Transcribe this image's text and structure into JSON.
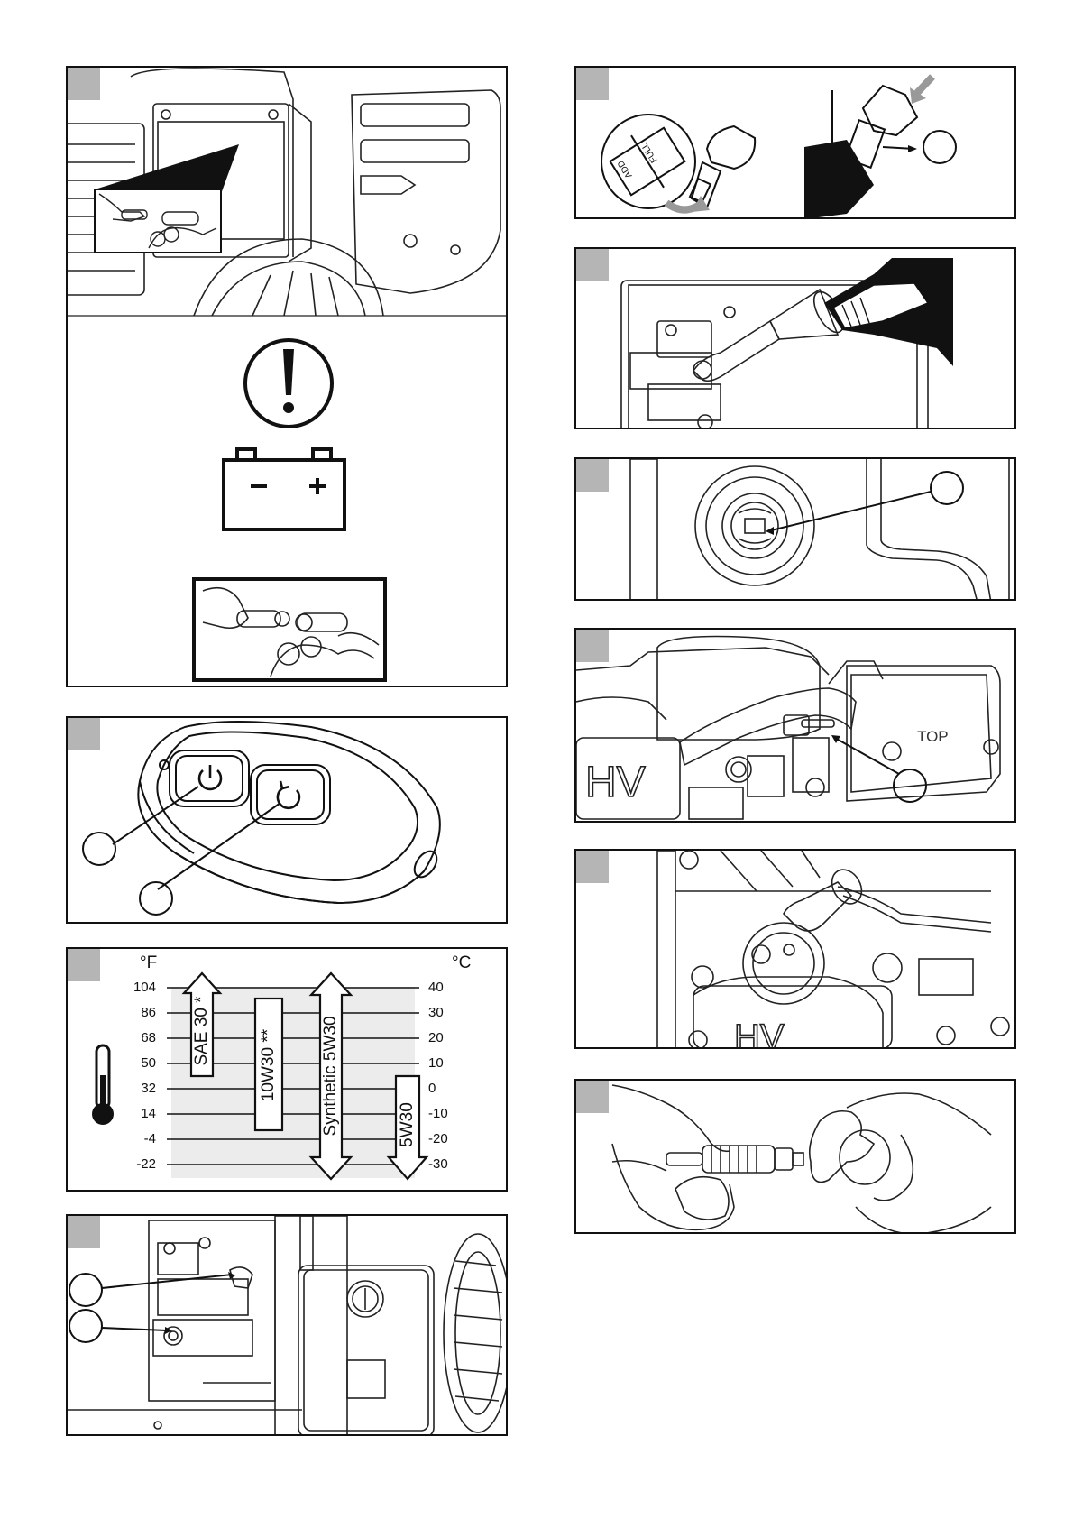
{
  "oil_chart": {
    "unit_f": "°F",
    "unit_c": "°C",
    "fahrenheit_ticks": [
      "104",
      "86",
      "68",
      "50",
      "32",
      "14",
      "-4",
      "-22"
    ],
    "celsius_ticks": [
      "40",
      "30",
      "20",
      "10",
      "0",
      "-10",
      "-20",
      "-30"
    ],
    "grades": [
      {
        "label": "SAE 30 *"
      },
      {
        "label": "10W30 **"
      },
      {
        "label": "Synthetic 5W30"
      },
      {
        "label": "5W30"
      }
    ]
  },
  "dipstick": {
    "add_label": "ADD",
    "full_label": "FULL"
  },
  "engine": {
    "valve_cover_label": "TOP"
  },
  "battery": {
    "minus": "−",
    "plus": "+"
  }
}
